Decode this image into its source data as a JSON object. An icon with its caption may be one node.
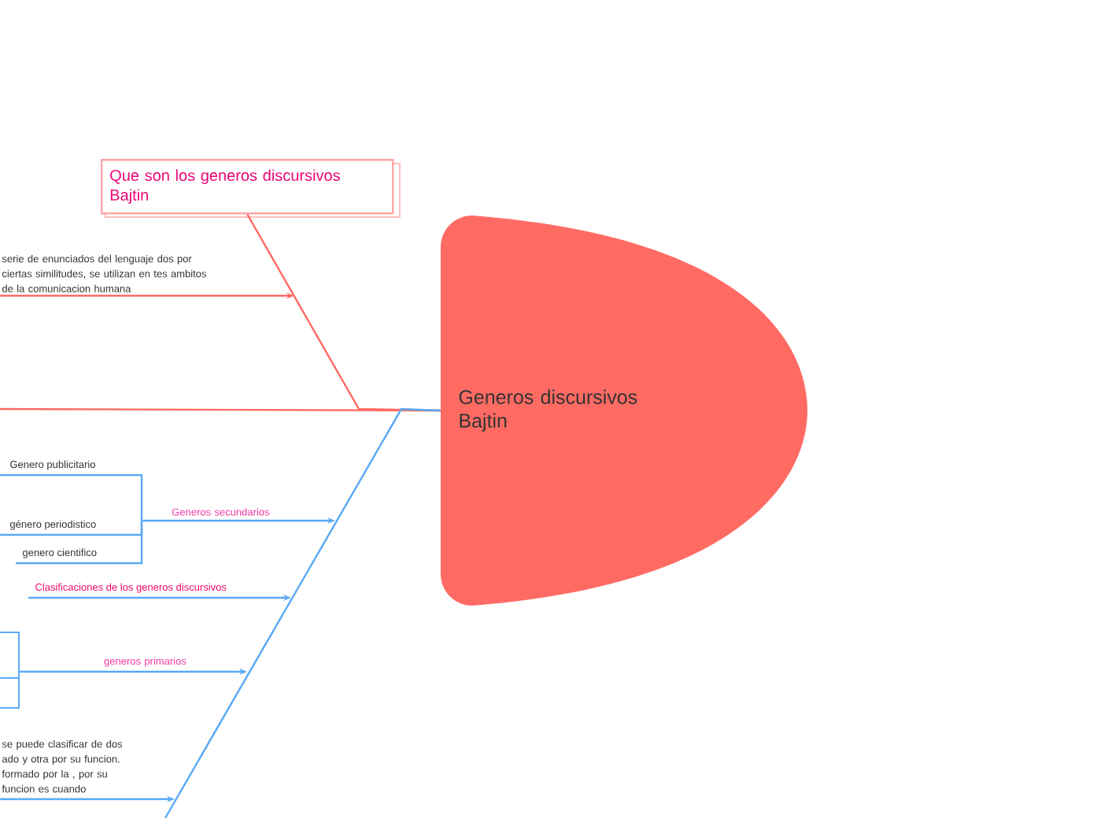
{
  "diagram": {
    "nodes": [
      {
        "text": [
          "Generos discursivos Bajtin"
        ]
      },
      {
        "text": [
          "Que son los generos discursivos Bajtin"
        ]
      },
      {
        "text": [
          "serie de enunciados del lenguaje dos por ciertas similitudes, se utilizan en tes ambitos de la comunicacion humana"
        ]
      },
      {
        "text": [
          "Genero publicitario"
        ]
      },
      {
        "text": [
          "género periodistico"
        ]
      },
      {
        "text": [
          "genero cientifico"
        ]
      },
      {
        "text": [
          "Generos secundarios"
        ]
      },
      {
        "text": [
          "Clasificaciones de los generos discursivos"
        ]
      },
      {
        "text": [
          "generos primarios"
        ]
      },
      {
        "text": [
          "se puede clasificar de dos ado y otra por su funcion. formado por la , por su funcion es cuando"
        ]
      }
    ],
    "edges": [
      {
        "from": null,
        "to": 0,
        "arrow": "none",
        "color": "#ff6b63"
      },
      {
        "from": 1,
        "to": 0,
        "arrow": "none",
        "color": "#ff6b63"
      },
      {
        "from": 2,
        "to": null,
        "arrow": "to",
        "color": "#ff6b63"
      },
      {
        "from": null,
        "to": 0,
        "arrow": "none"
      },
      {
        "from": 3,
        "to": 6,
        "arrow": "none"
      },
      {
        "from": 4,
        "to": 6,
        "arrow": "none"
      },
      {
        "from": 5,
        "to": 6,
        "arrow": "none"
      },
      {
        "from": 6,
        "to": null,
        "arrow": "to"
      },
      {
        "from": 7,
        "to": null,
        "arrow": "to"
      },
      {
        "from": 8,
        "to": null,
        "arrow": "to"
      },
      {
        "from": 9,
        "to": null,
        "arrow": "to"
      }
    ]
  }
}
